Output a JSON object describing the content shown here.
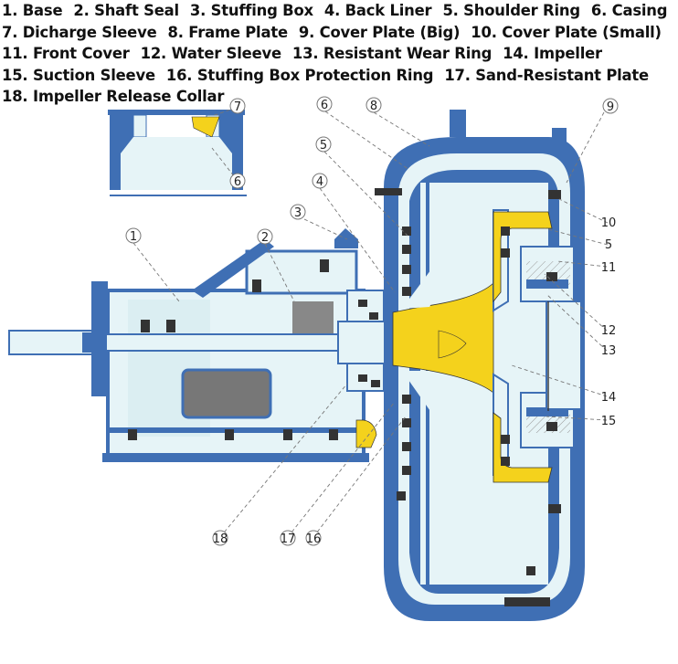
{
  "legend": {
    "lines": [
      [
        "1. Base",
        "2. Shaft Seal",
        "3. Stuffing Box",
        "4. Back Liner",
        "5. Shoulder Ring",
        "6. Casing"
      ],
      [
        "7. Dicharge Sleeve",
        "8. Frame Plate",
        "9. Cover Plate (Big)",
        "10. Cover Plate (Small)"
      ],
      [
        "11. Front Cover",
        "12. Water Sleeve",
        "13. Resistant Wear Ring",
        "14. Impeller"
      ],
      [
        "15. Suction Sleeve",
        "16. Stuffing Box Protection Ring",
        "17. Sand-Resistant Plate"
      ],
      [
        "18. Impeller Release Collar"
      ]
    ]
  },
  "callouts": {
    "c1": "1",
    "c2": "2",
    "c3": "3",
    "c4": "4",
    "c5a": "5",
    "c5b": "5",
    "c6a": "6",
    "c6b": "6",
    "c7": "7",
    "c8": "8",
    "c9": "9",
    "c10": "10",
    "c11": "11",
    "c12": "12",
    "c13": "13",
    "c14": "14",
    "c15": "15",
    "c16": "16",
    "c17": "17",
    "c18": "18"
  },
  "colors": {
    "steel_blue": "#3f6fb4",
    "yellow": "#f4d21c",
    "light_fill": "#e6f4f7",
    "dark_grey": "#333333"
  }
}
